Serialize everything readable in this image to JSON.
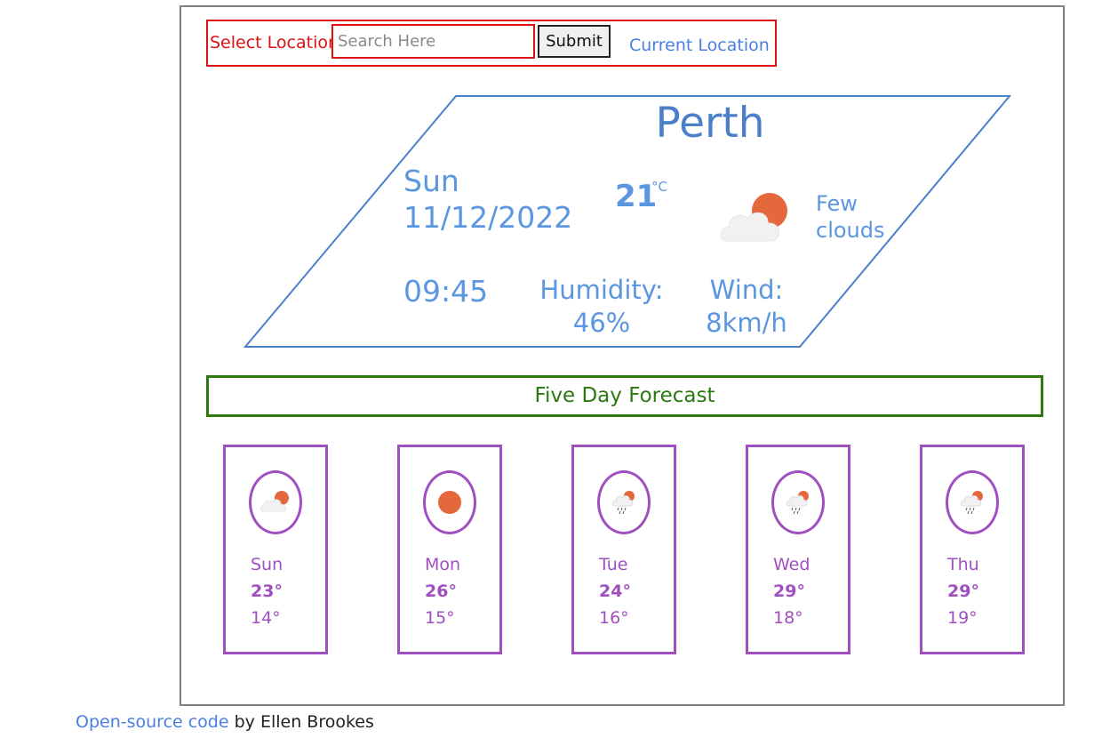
{
  "search": {
    "label": "Select Location",
    "placeholder": "Search Here",
    "value": "",
    "submit_label": "Submit",
    "current_location_label": "Current Location"
  },
  "current": {
    "city": "Perth",
    "day": "Sun",
    "date": "11/12/2022",
    "temperature": "21",
    "unit": "°C",
    "description_line1": "Few",
    "description_line2": "clouds",
    "time": "09:45",
    "humidity_label": "Humidity:",
    "humidity_value": "46%",
    "wind_label": "Wind:",
    "wind_value": "8km/h",
    "icon": "few-clouds-icon"
  },
  "forecast": {
    "title": "Five Day Forecast",
    "days": [
      {
        "day": "Sun",
        "high": "23°",
        "low": "14°",
        "icon": "few-clouds-icon"
      },
      {
        "day": "Mon",
        "high": "26°",
        "low": "15°",
        "icon": "sun-icon"
      },
      {
        "day": "Tue",
        "high": "24°",
        "low": "16°",
        "icon": "rain-cloud-icon"
      },
      {
        "day": "Wed",
        "high": "29°",
        "low": "18°",
        "icon": "rain-cloud-icon"
      },
      {
        "day": "Thu",
        "high": "29°",
        "low": "19°",
        "icon": "rain-cloud-icon"
      }
    ]
  },
  "footer": {
    "link_text": "Open-source code",
    "suffix": " by Ellen Brookes"
  },
  "colors": {
    "search_border": "#dd1111",
    "link": "#4a7fe0",
    "panel_border": "#4a80c9",
    "forecast_title": "#2a7a10",
    "card_border": "#a04fc0",
    "sun": "#e5673c"
  }
}
